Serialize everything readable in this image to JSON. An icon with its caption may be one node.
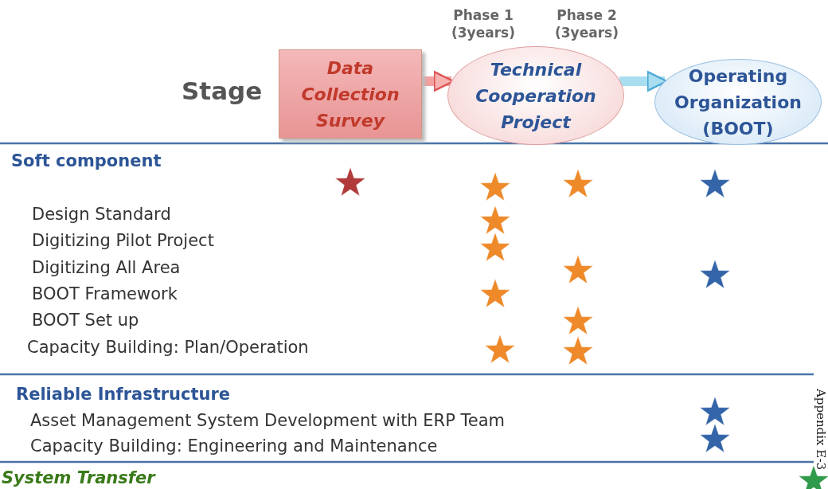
{
  "diagram": {
    "nodes": [
      {
        "text": [
          "Data Collection Survey"
        ]
      },
      {
        "text": [
          "Technical Cooperation Project"
        ]
      },
      {
        "text": [
          "Operating Organization (BOOT)"
        ]
      }
    ],
    "edges": [
      {
        "from": 0,
        "to": 1,
        "arrow": "to"
      },
      {
        "from": 1,
        "to": 2,
        "arrow": "to"
      }
    ],
    "labels": [
      "Phase 1 (3years)",
      "Phase 2 (3years)",
      "Stage",
      "Soft component",
      "Design Standard",
      "Digitizing Pilot Project",
      "Digitizing All Area",
      "BOOT Framework",
      "BOOT Set up",
      "Capacity Building: Plan/Operation",
      "Reliable Infrastructure",
      "Asset Management System Development with ERP Team",
      "Capacity Building: Engineering and Maintenance",
      "System Transfer",
      "Appendix E-3"
    ]
  }
}
